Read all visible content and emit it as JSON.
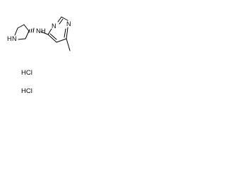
{
  "molecule": {
    "atoms": {
      "nh_ring": "H",
      "nh_ring_n": "N",
      "nh_link": "N",
      "nh_link_h": "H",
      "ring_n_top": "N",
      "ring_n_right": "N"
    },
    "salts": [
      "HCl",
      "HCl"
    ]
  }
}
